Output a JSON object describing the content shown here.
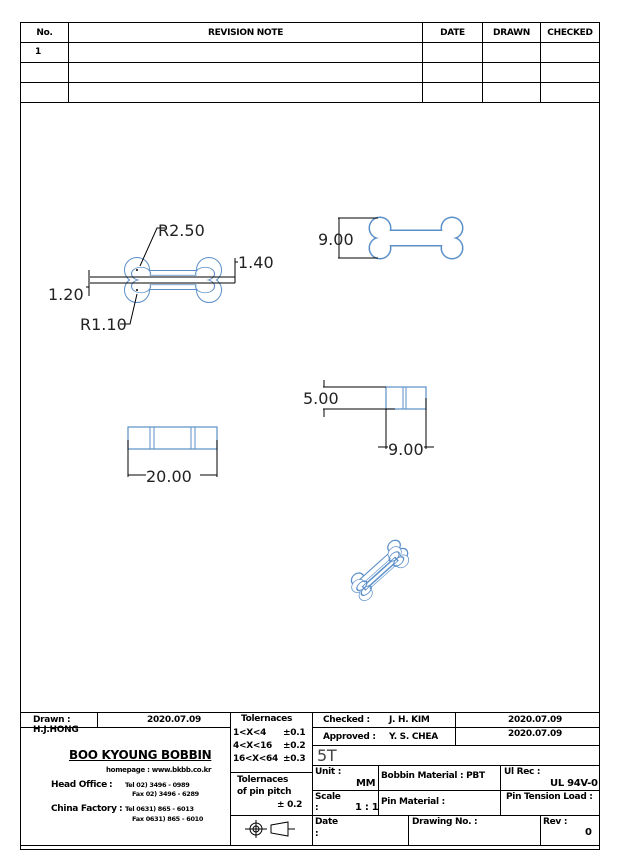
{
  "revision_table": {
    "headers": {
      "no": "No.",
      "note": "REVISION  NOTE",
      "date": "DATE",
      "drawn": "DRAWN",
      "checked": "CHECKED"
    },
    "rows": [
      {
        "no": "1",
        "note": "",
        "date": "",
        "drawn": "",
        "checked": ""
      },
      {
        "no": "",
        "note": "",
        "date": "",
        "drawn": "",
        "checked": ""
      },
      {
        "no": "",
        "note": "",
        "date": "",
        "drawn": "",
        "checked": ""
      }
    ]
  },
  "dimensions": {
    "r_outer": "R2.50",
    "r_inner": "R1.10",
    "slot_width": "1.40",
    "wall": "1.20",
    "height_top": "9.00",
    "thickness": "5.00",
    "side_width": "9.00",
    "length": "20.00"
  },
  "title_block": {
    "drawn": "Drawn : H.J.HONG",
    "drawn_date": "2020.07.09",
    "company": "BOO KYOUNG BOBBIN",
    "homepage": "homepage : www.bkbb.co.kr",
    "head_office_label": "Head Office",
    "head_office_tel": "Tel   02) 3496 - 0989",
    "head_office_fax": "Fax  02) 3496 - 6289",
    "china_factory_label": "China Factory",
    "china_tel": "Tel   0631) 865 - 6013",
    "china_fax": "Fax  0631) 865 - 6010",
    "tolerances_title": "Tolernaces",
    "tolerances": [
      {
        "range": "1<X<4",
        "value": "±0.1"
      },
      {
        "range": "4<X<16",
        "value": "±0.2"
      },
      {
        "range": "16<X<64",
        "value": "±0.3"
      }
    ],
    "pin_pitch_title": "Tolernaces",
    "pin_pitch_sub": "of pin pitch",
    "pin_pitch_value": "± 0.2",
    "checked": "Checked :",
    "checked_by": "J. H. KIM",
    "checked_date": "2020.07.09",
    "approved": "Approved :",
    "approved_by": "Y. S. CHEA",
    "approved_date": "2020.07.09",
    "part_name": "5T",
    "unit_label": "Unit :",
    "unit_value": "MM",
    "bobbin_material": "Bobbin Material : PBT",
    "ul_label": "Ul Rec :",
    "ul_value": "UL 94V-0",
    "scale_label": "Scale",
    "scale_colon": ":",
    "scale_value": "1 : 1",
    "pin_material": "Pin Material :",
    "pin_tension": "Pin Tension Load :",
    "date_label": "Date",
    "date_colon": ":",
    "drawing_no": "Drawing No. :",
    "rev_label": "Rev :",
    "rev_value": "0"
  },
  "colors": {
    "part_outline": "#5b8fc9",
    "lines": "#000000"
  }
}
